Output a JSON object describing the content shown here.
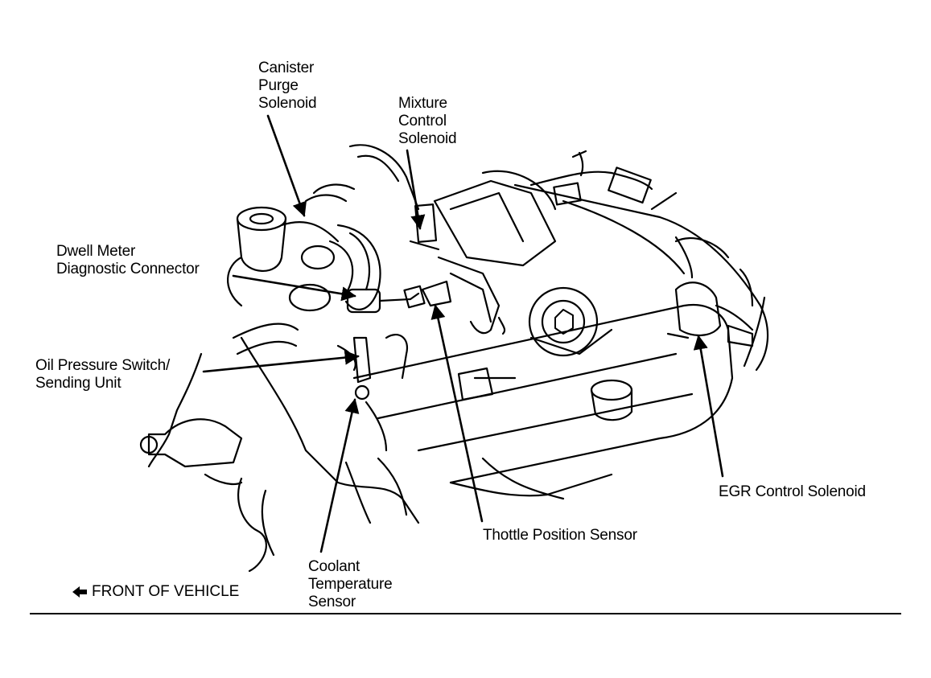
{
  "labels": {
    "canister_purge_solenoid": "Canister\nPurge\nSolenoid",
    "mixture_control_solenoid": "Mixture\nControl\nSolenoid",
    "dwell_meter_connector": "Dwell Meter\nDiagnostic Connector",
    "oil_pressure_switch": "Oil Pressure Switch/\nSending Unit",
    "egr_control_solenoid": "EGR Control Solenoid",
    "throttle_position_sensor": "Thottle Position Sensor",
    "coolant_temperature_sensor": "Coolant\nTemperature\nSensor"
  },
  "legend": {
    "text": "FRONT OF VEHICLE"
  },
  "colors": {
    "ink": "#000000",
    "paper": "#ffffff"
  }
}
